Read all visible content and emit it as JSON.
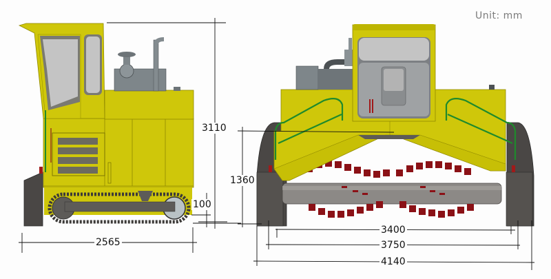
{
  "unit_label": "Unit: mm",
  "views": {
    "side": {
      "name": "side-view",
      "dimensions": {
        "total_height": "3110",
        "ground_clearance": "100",
        "total_length": "2565"
      }
    },
    "front": {
      "name": "front-view",
      "dimensions": {
        "working_height": "1360",
        "working_width": "3400",
        "track_center_width": "3750",
        "overall_width": "4140"
      }
    }
  },
  "colors": {
    "body_yellow": "#cfc70a",
    "body_yellow_dark": "#aca400",
    "glass_gray": "#c4c4c4",
    "engine_gray": "#7e868a",
    "track_dark": "#4a4745",
    "rail_green": "#1f8a2c",
    "blade_red": "#8b1116",
    "dim_line": "#111111"
  }
}
